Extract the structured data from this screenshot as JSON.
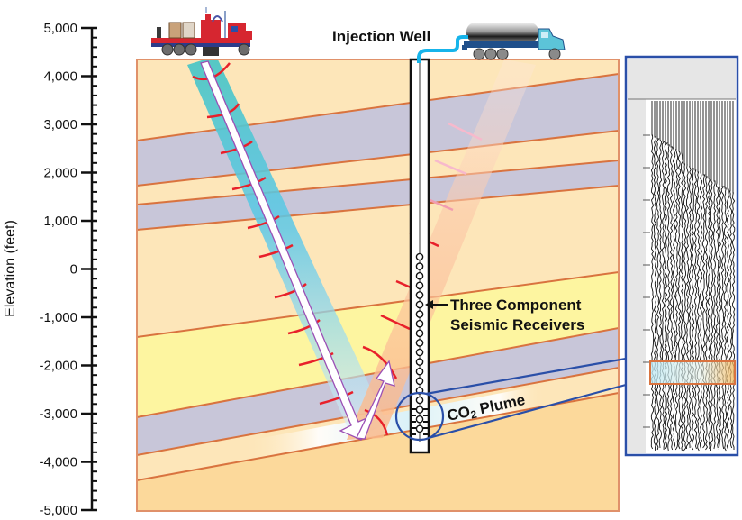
{
  "axis": {
    "label": "Elevation (feet)",
    "ticks": [
      "5,000",
      "4,000",
      "3,000",
      "2,000",
      "1,000",
      "0",
      "-1,000",
      "-2,000",
      "-3,000",
      "-4,000",
      "-5,000"
    ],
    "tick_values": [
      5000,
      4000,
      3000,
      2000,
      1000,
      0,
      -1000,
      -2000,
      -3000,
      -4000,
      -5000
    ],
    "range": [
      -5000,
      5000
    ]
  },
  "labels": {
    "injection_well": "Injection Well",
    "receivers_line1": "Three Component",
    "receivers_line2": "Seismic Receivers",
    "plume_co": "CO",
    "plume_sub": "2",
    "plume_rest": " Plume"
  },
  "colors": {
    "light_layer": "#fde6b9",
    "grey_layer": "#c8c6d9",
    "yellow_layer": "#fdf5a0",
    "deep_layer": "#fcd99b",
    "boundary": "#d9733f",
    "wavefront": "#e8202a",
    "ray": "#9b4fb5",
    "callout": "#2a4fa8",
    "hose": "#16b4ea",
    "source_truck": "#d62630",
    "tank_truck": "#1f4f8a"
  },
  "seismic_panel": {
    "highlight_color": "#d9733f"
  }
}
